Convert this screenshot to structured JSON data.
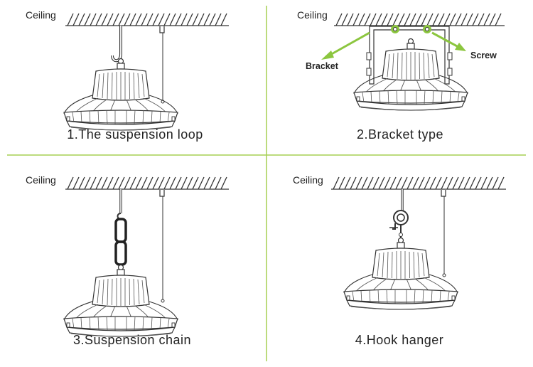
{
  "colors": {
    "divider": "#a6cf52",
    "arrow": "#8cc63f",
    "stroke": "#333333"
  },
  "panels": [
    {
      "ceiling_label": "Ceiling",
      "caption": "1.The suspension loop"
    },
    {
      "ceiling_label": "Ceiling",
      "caption": "2.Bracket type",
      "callouts": {
        "left": "Bracket",
        "right": "Screw"
      }
    },
    {
      "ceiling_label": "Ceiling",
      "caption": "3.Suspension chain"
    },
    {
      "ceiling_label": "Ceiling",
      "caption": "4.Hook hanger"
    }
  ]
}
